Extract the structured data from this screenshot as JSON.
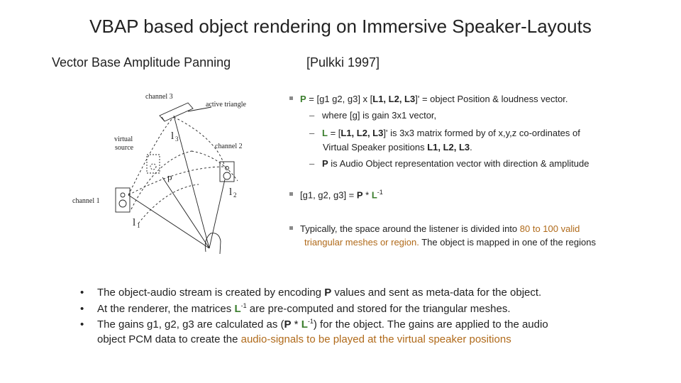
{
  "title": "VBAP based object rendering  on Immersive Speaker-Layouts",
  "subtitle_left": "Vector Base Amplitude Panning",
  "subtitle_right": "[Pulkki   1997]",
  "diagram": {
    "channel3": "channel 3",
    "active_triangle": "active triangle",
    "virtual_source_1": "virtual",
    "virtual_source_2": "source",
    "channel2": "channel 2",
    "channel1": "channel 1",
    "p": "p",
    "l1": "l",
    "l1_sub": "1",
    "l2": "l",
    "l2_sub": "2",
    "l3": "l",
    "l3_sub": "3"
  },
  "right": {
    "b1_p": "P",
    "b1_mid": " = [g1  g2, g3] x [",
    "b1_l": "L1, L2, L3",
    "b1_end": "]'  = object Position & loudness vector.",
    "s1": "where [g] is gain 3x1 vector,",
    "s2_l": "L",
    "s2_mid": " = [",
    "s2_ls": "L1, L2, L3",
    "s2_end": "]' is 3x3 matrix formed by of x,y,z co-ordinates of",
    "s2b_pre": "Virtual Speaker positions ",
    "s2b_ls": "L1, L2, L3",
    "s2b_end": ".",
    "s3_p": "P",
    "s3_end": " is Audio Object representation vector with direction & amplitude",
    "b2_pre": "[g1, g2, g3] = ",
    "b2_p": "P",
    "b2_mid": " * ",
    "b2_l": "L",
    "b2_sup": "-1",
    "b3_pre": "Typically, the space around the listener is divided into ",
    "b3_orange1": "80 to 100 valid",
    "b3b_orange": "triangular meshes or region.",
    "b3b_end": " The object is mapped in one of the regions"
  },
  "bottom": {
    "bullet": "•",
    "l1_pre": "The object-audio stream is created by encoding  ",
    "l1_p": "P",
    "l1_end": "  values and sent as meta-data for the object.",
    "l2_pre": "At the renderer, the matrices  ",
    "l2_l": "L",
    "l2_sup": "-1",
    "l2_end": "  are pre-computed and stored for the triangular meshes.",
    "l3_pre": "The gains g1, g2, g3 are calculated as (",
    "l3_p": "P",
    "l3_mid": " * ",
    "l3_l": "L",
    "l3_sup": "-1",
    "l3_end": ") for the object. The gains are applied to the audio",
    "l4_pre": "object PCM data to create the ",
    "l4_orange": "audio-signals to be played at the virtual speaker positions"
  }
}
